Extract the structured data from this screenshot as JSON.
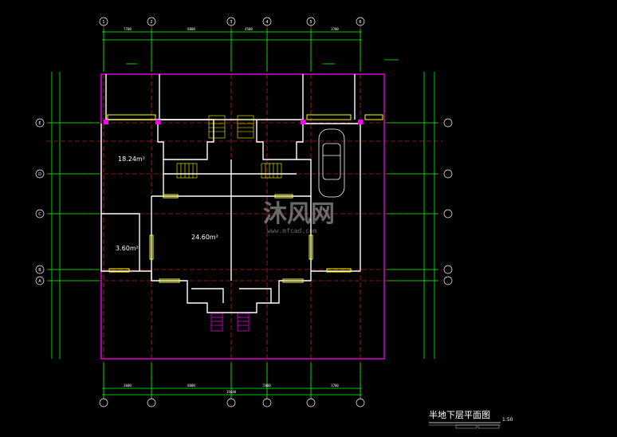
{
  "drawing": {
    "title": "半地下层平面图",
    "scale": "1:50",
    "colors": {
      "background": "#000000",
      "wall": "#ffffff",
      "dimension": "#00ff00",
      "axis_line": "#ff3030",
      "boundary": "#ff00ff",
      "window": "#ffff00",
      "text": "#ffffff"
    }
  },
  "areas": {
    "room_left": "18.24m²",
    "room_center": "24.60m²",
    "room_small": "3.60m²"
  },
  "dims": {
    "top_1": "7700",
    "top_2": "8800",
    "top_3": "4500",
    "top_4": "3700",
    "bottom_1": "3600",
    "bottom_2": "8800",
    "bottom_3": "5000",
    "bottom_4": "3700",
    "bottom_total": "19400"
  },
  "axes": {
    "col_1": "1",
    "col_2": "2",
    "col_3": "3",
    "col_4": "4",
    "col_5": "5",
    "col_6": "6",
    "row_a": "A",
    "row_b": "B",
    "row_c": "C",
    "row_d": "D",
    "row_e": "E"
  },
  "watermark": {
    "text": "沐风网",
    "url": "www.mfcad.com"
  }
}
